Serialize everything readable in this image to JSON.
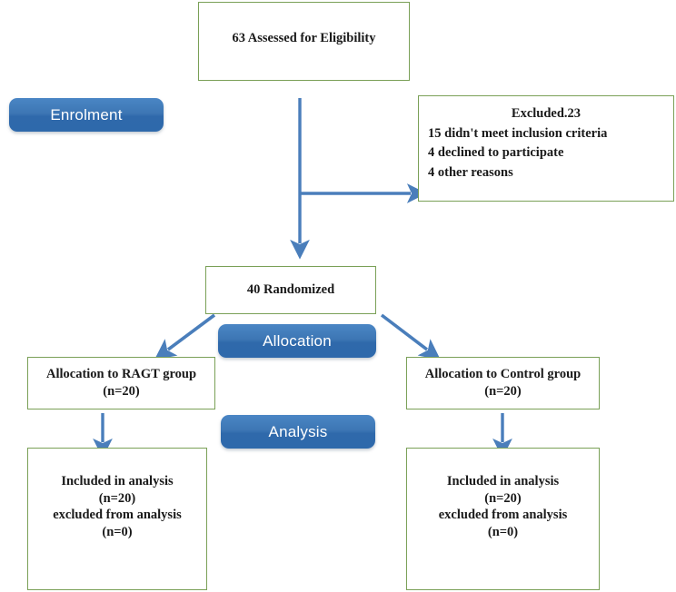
{
  "diagram": {
    "title": "CONSORT participant flow diagram",
    "colors": {
      "box_border": "#7aa057",
      "badge_blue": "#3d76b4",
      "arrow_blue": "#4a7ebb",
      "text": "#1a1a1a",
      "background": "#ffffff"
    }
  },
  "stages": {
    "enrolment": "Enrolment",
    "allocation": "Allocation",
    "analysis": "Analysis"
  },
  "boxes": {
    "assessed": {
      "lines": [
        "63 Assessed for Eligibility"
      ]
    },
    "excluded": {
      "heading": "Excluded.23",
      "reasons": [
        "15 didn't meet inclusion criteria",
        "4 declined to participate",
        "4 other reasons"
      ]
    },
    "randomized": {
      "lines": [
        "40 Randomized"
      ]
    },
    "allocation_left": {
      "lines": [
        "Allocation to RAGT group",
        "(n=20)"
      ]
    },
    "allocation_right": {
      "lines": [
        "Allocation to Control group",
        "(n=20)"
      ]
    },
    "analysis_left": {
      "lines": [
        "Included in analysis",
        "(n=20)",
        "excluded from analysis",
        "(n=0)"
      ]
    },
    "analysis_right": {
      "lines": [
        "Included in analysis",
        "(n=20)",
        "excluded from analysis",
        "(n=0)"
      ]
    }
  },
  "flow": {
    "assessed_to_randomized": "vertical arrow down",
    "assessed_to_excluded": "horizontal arrow right",
    "randomized_to_allocation_left": "diagonal arrow down-left",
    "randomized_to_allocation_right": "diagonal arrow down-right",
    "allocation_left_to_analysis_left": "vertical arrow down",
    "allocation_right_to_analysis_right": "vertical arrow down"
  },
  "counts": {
    "assessed": 63,
    "excluded_total": 23,
    "excluded_not_meeting_criteria": 15,
    "excluded_declined": 4,
    "excluded_other": 4,
    "randomized": 40,
    "ragt_allocated": 20,
    "control_allocated": 20,
    "ragt_analysed": 20,
    "ragt_excluded_from_analysis": 0,
    "control_analysed": 20,
    "control_excluded_from_analysis": 0
  }
}
